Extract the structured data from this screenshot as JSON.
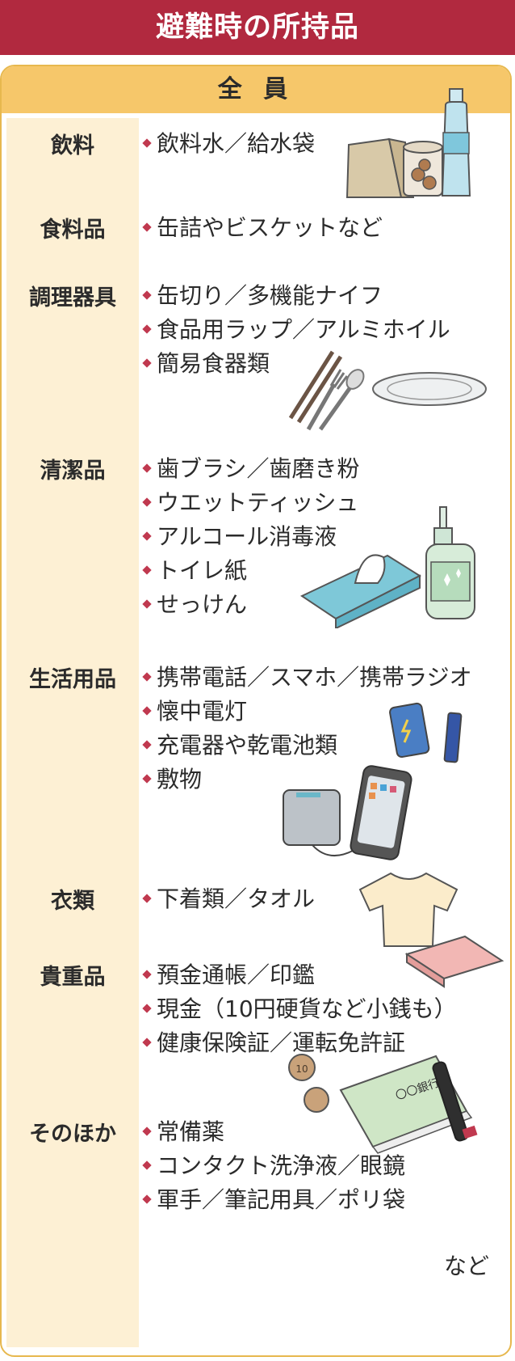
{
  "title": "避難時の所持品",
  "header": "全 員",
  "categories": [
    {
      "label": "飲料",
      "items": [
        "飲料水／給水袋"
      ]
    },
    {
      "label": "食料品",
      "items": [
        "缶詰やビスケットなど"
      ]
    },
    {
      "label": "調理器具",
      "items": [
        "缶切り／多機能ナイフ",
        "食品用ラップ／アルミホイル",
        "簡易食器類"
      ]
    },
    {
      "label": "清潔品",
      "items": [
        "歯ブラシ／歯磨き粉",
        "ウエットティッシュ",
        "アルコール消毒液",
        "トイレ紙",
        "せっけん"
      ]
    },
    {
      "label": "生活用品",
      "items": [
        "携帯電話／スマホ／携帯ラジオ",
        "懐中電灯",
        "充電器や乾電池類",
        "敷物"
      ]
    },
    {
      "label": "衣類",
      "items": [
        "下着類／タオル"
      ]
    },
    {
      "label": "貴重品",
      "items": [
        "預金通帳／印鑑",
        "現金（10円硬貨など小銭も）",
        "健康保険証／運転免許証"
      ]
    },
    {
      "label": "そのほか",
      "items": [
        "常備薬",
        "コンタクト洗浄液／眼鏡",
        "軍手／筆記用具／ポリ袋"
      ]
    }
  ],
  "footer_note": "など",
  "illustration_labels": {
    "bank_book_text": "〇〇銀行",
    "coin_text": "10"
  },
  "colors": {
    "banner": "#b1293f",
    "card_border": "#e7b84e",
    "header_fill": "#f6c76a",
    "left_column": "#fdf0d4",
    "bullet": "#c0394f"
  },
  "icons": [
    "paper-bag-icon",
    "canned-biscuits-icon",
    "water-bottle-icon",
    "chopsticks-icon",
    "fork-icon",
    "spoon-icon",
    "plate-icon",
    "tissue-box-icon",
    "sanitizer-bottle-icon",
    "battery-icon",
    "power-bank-icon",
    "smartphone-icon",
    "tshirt-icon",
    "towel-icon",
    "coin-icon",
    "bankbook-icon",
    "stamp-seal-icon"
  ]
}
